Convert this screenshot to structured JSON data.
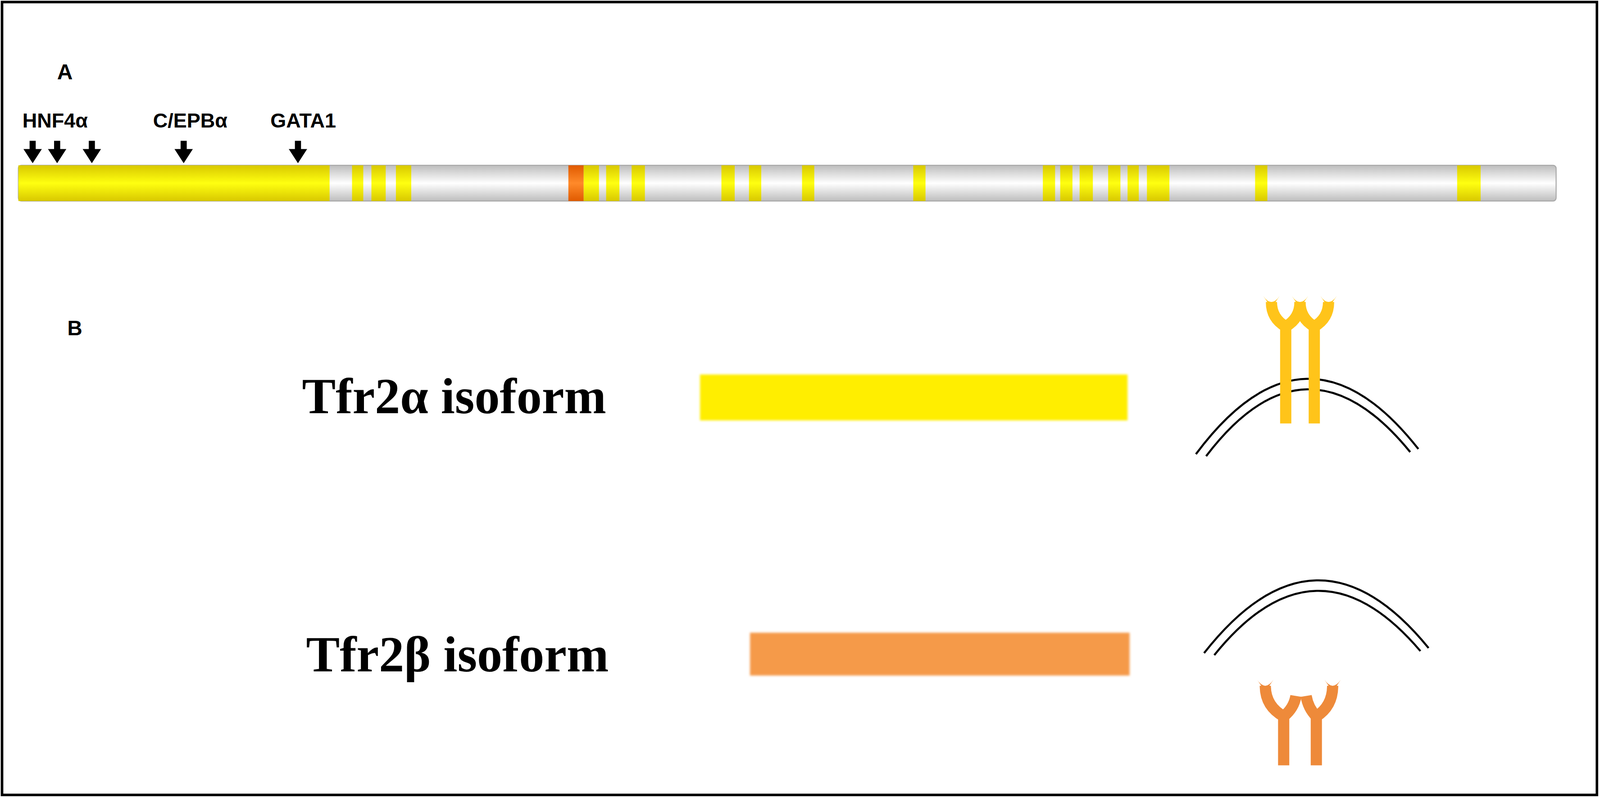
{
  "diagram": {
    "labels": [
      "A",
      "HNF4α",
      "C/EPBα",
      "GATA1",
      "B",
      "Tfr2α isoform",
      "Tfr2β isoform"
    ]
  }
}
